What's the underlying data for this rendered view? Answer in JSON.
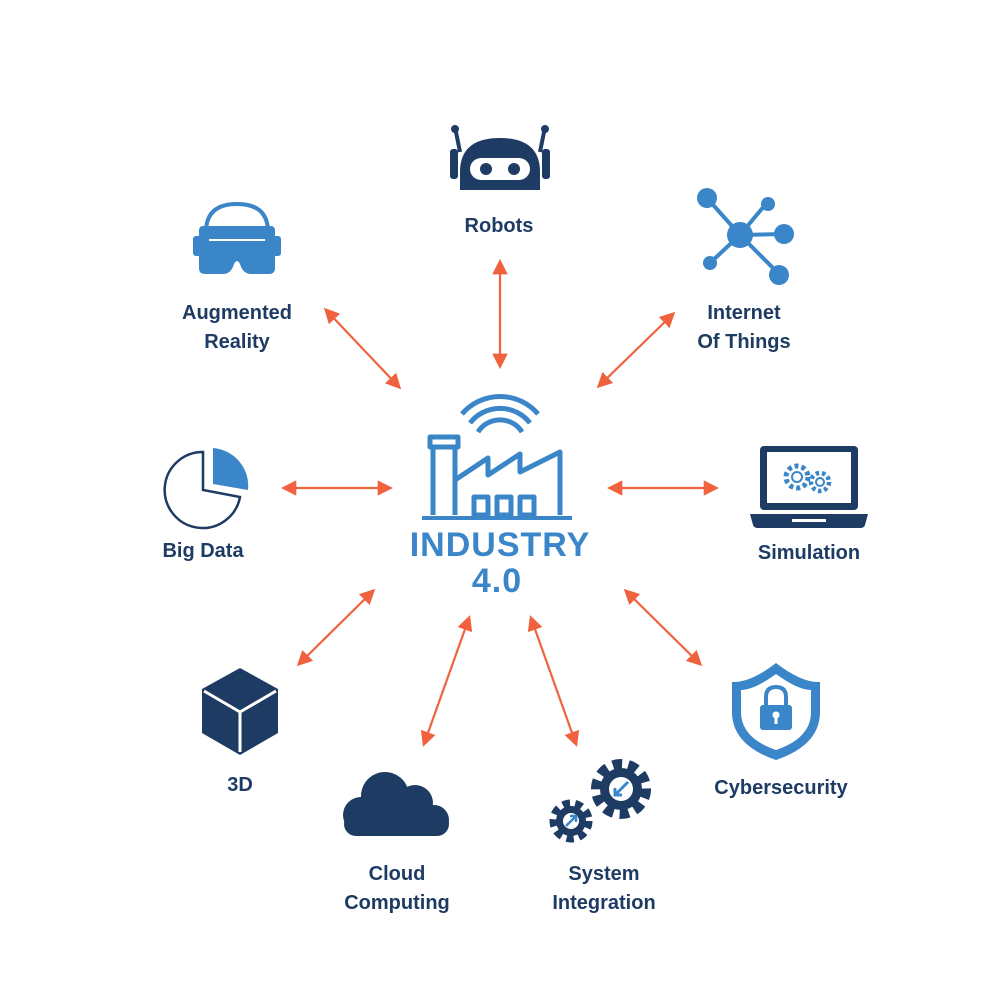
{
  "colors": {
    "dark": "#1d3b63",
    "blue": "#3a86c8",
    "arrow": "#f0623e"
  },
  "center": {
    "line1": "INDUSTRY",
    "line2": "4.0",
    "icon": "smart-factory-icon"
  },
  "nodes": {
    "robots": {
      "label": "Robots",
      "icon": "robot-icon"
    },
    "ar": {
      "line1": "Augmented",
      "line2": "Reality",
      "icon": "vr-headset-icon"
    },
    "iot": {
      "line1": "Internet",
      "line2": "Of Things",
      "icon": "network-nodes-icon"
    },
    "bigdata": {
      "label": "Big Data",
      "icon": "pie-chart-icon"
    },
    "simulation": {
      "label": "Simulation",
      "icon": "laptop-gears-icon"
    },
    "threed": {
      "label": "3D",
      "icon": "cube-icon"
    },
    "cyber": {
      "label": "Cybersecurity",
      "icon": "shield-lock-icon"
    },
    "cloud": {
      "line1": "Cloud",
      "line2": "Computing",
      "icon": "cloud-icon"
    },
    "sysint": {
      "line1": "System",
      "line2": "Integration",
      "icon": "gears-icon"
    }
  }
}
